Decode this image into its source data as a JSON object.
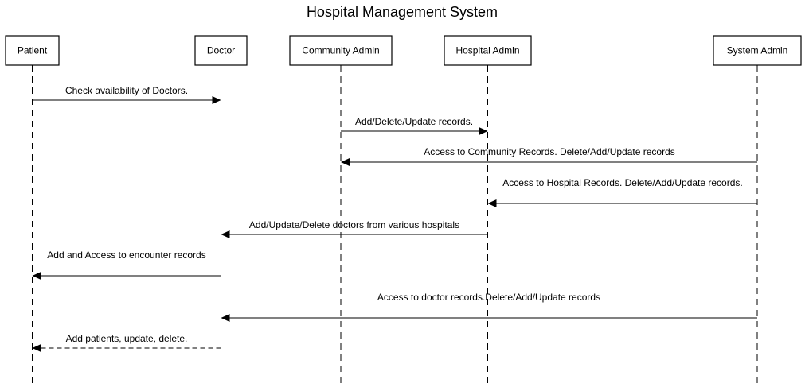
{
  "title": "Hospital Management System",
  "actors": [
    {
      "id": "patient",
      "label": "Patient"
    },
    {
      "id": "doctor",
      "label": "Doctor"
    },
    {
      "id": "community_admin",
      "label": "Community Admin"
    },
    {
      "id": "hospital_admin",
      "label": "Hospital Admin"
    },
    {
      "id": "system_admin",
      "label": "System Admin"
    }
  ],
  "messages": [
    {
      "from": "patient",
      "to": "doctor",
      "label": "Check availability of Doctors.",
      "style": "solid"
    },
    {
      "from": "community_admin",
      "to": "hospital_admin",
      "label": "Add/Delete/Update records.",
      "style": "solid"
    },
    {
      "from": "system_admin",
      "to": "community_admin",
      "label": "Access to Community Records. Delete/Add/Update records",
      "style": "solid"
    },
    {
      "from": "system_admin",
      "to": "hospital_admin",
      "label": "Access to Hospital Records. Delete/Add/Update records.",
      "style": "solid"
    },
    {
      "from": "hospital_admin",
      "to": "doctor",
      "label": "Add/Update/Delete doctors from various hospitals",
      "style": "solid"
    },
    {
      "from": "doctor",
      "to": "patient",
      "label": "Add and Access to encounter records",
      "style": "solid"
    },
    {
      "from": "system_admin",
      "to": "doctor",
      "label": "Access to doctor records.Delete/Add/Update records",
      "style": "solid"
    },
    {
      "from": "doctor",
      "to": "patient",
      "label": "Add patients, update, delete.",
      "style": "dashed"
    }
  ]
}
